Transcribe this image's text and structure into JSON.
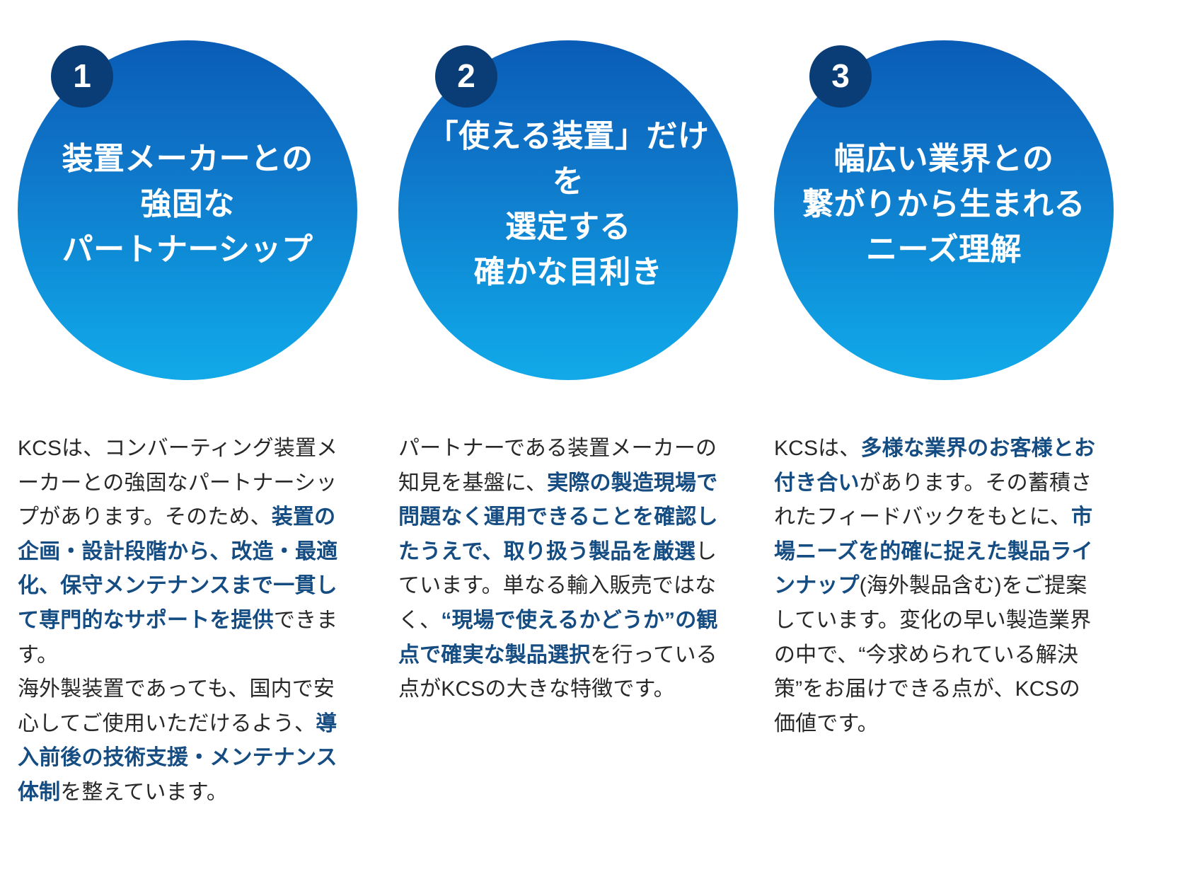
{
  "page": {
    "background_color": "#ffffff",
    "accent_gradient_top": "#0a5cb5",
    "accent_gradient_bottom": "#12a9e8",
    "badge_color": "#0a3d75",
    "highlight_text_color": "#154c82",
    "body_text_color": "#282828",
    "circle_text_color": "#ffffff"
  },
  "columns": [
    {
      "badge": "1",
      "title": "装置メーカーとの\n強固な\nパートナーシップ",
      "body_segments": [
        {
          "text": "KCSは、コンバーティング装置メーカーとの強固なパートナーシップがあります。そのため、",
          "highlight": false
        },
        {
          "text": "装置の企画・設計段階から、改造・最適化、保守メンテナンスまで一貫して専門的なサポートを提供",
          "highlight": true
        },
        {
          "text": "できます。\n海外製装置であっても、国内で安心してご使用いただけるよう、",
          "highlight": false
        },
        {
          "text": "導入前後の技術支援・メンテナンス体制",
          "highlight": true
        },
        {
          "text": "を整えています。",
          "highlight": false
        }
      ]
    },
    {
      "badge": "2",
      "title": "「使える装置」だけを\n選定する\n確かな目利き",
      "body_segments": [
        {
          "text": "パートナーである装置メーカーの知見を基盤に、",
          "highlight": false
        },
        {
          "text": "実際の製造現場で問題なく運用できることを確認したうえで、取り扱う製品を厳選",
          "highlight": true
        },
        {
          "text": "しています。単なる輸入販売ではなく、",
          "highlight": false
        },
        {
          "text": "“現場で使えるかどうか”の観点で確実な製品選択",
          "highlight": true
        },
        {
          "text": "を行っている点がKCSの大きな特徴です。",
          "highlight": false
        }
      ]
    },
    {
      "badge": "3",
      "title": "幅広い業界との\n繋がりから生まれる\nニーズ理解",
      "body_segments": [
        {
          "text": "KCSは、",
          "highlight": false
        },
        {
          "text": "多様な業界のお客様とお付き合い",
          "highlight": true
        },
        {
          "text": "があります。その蓄積されたフィードバックをもとに、",
          "highlight": false
        },
        {
          "text": "市場ニーズを的確に捉えた製品ラインナップ",
          "highlight": true
        },
        {
          "text": "(海外製品含む)をご提案しています。変化の早い製造業界の中で、“今求められている解決策”をお届けできる点が、KCSの価値です。",
          "highlight": false
        }
      ]
    }
  ]
}
